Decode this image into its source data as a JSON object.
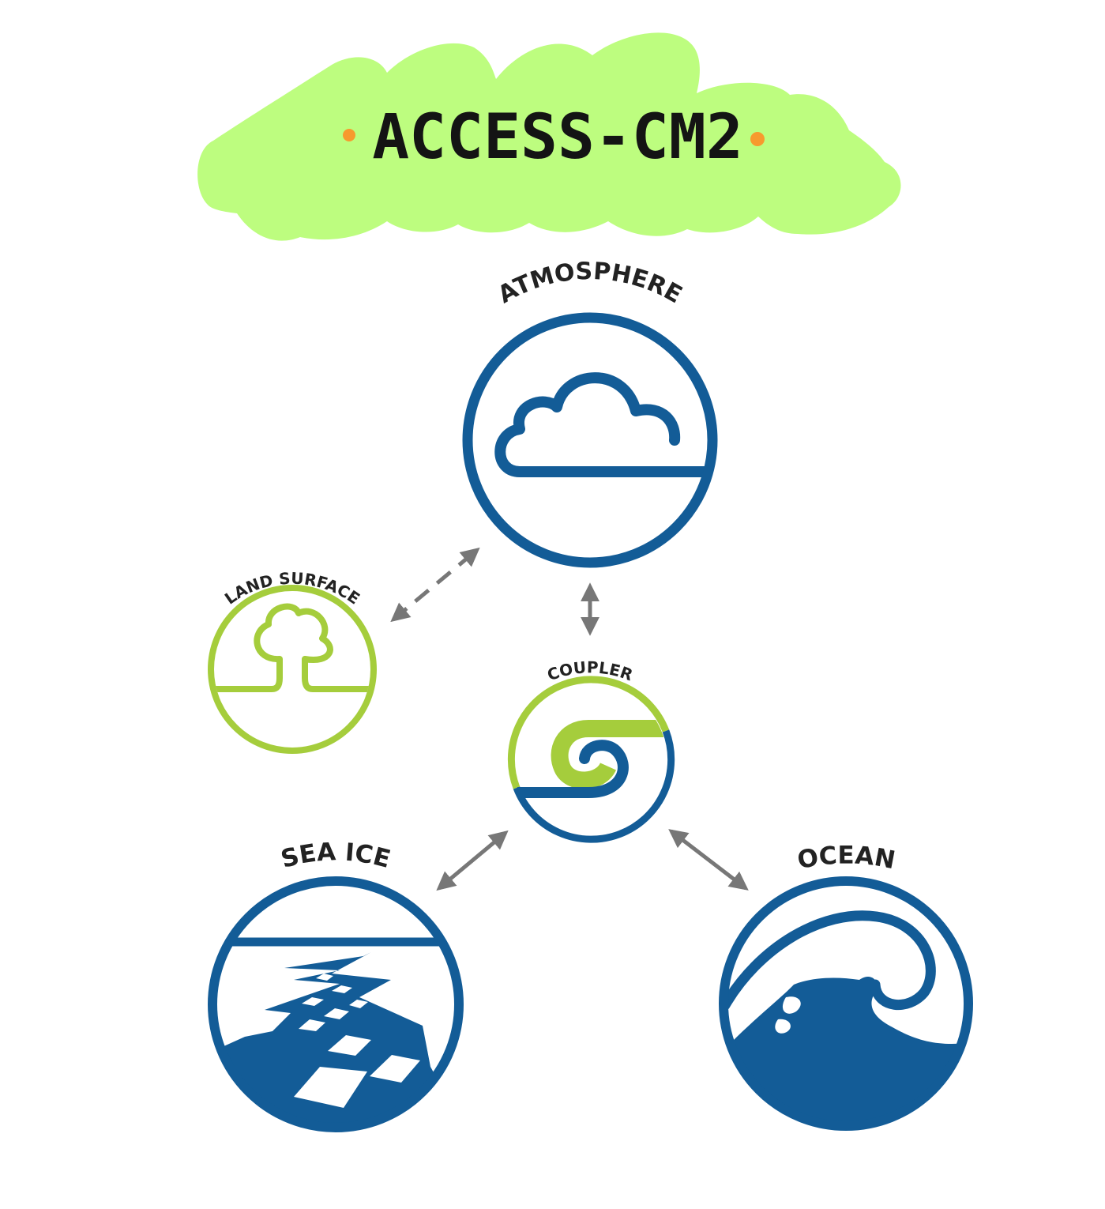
{
  "title": "ACCESS-CM2",
  "components": {
    "atmosphere": "ATMOSPHERE",
    "land_surface": "LAND SURFACE",
    "coupler": "COUPLER",
    "sea_ice": "SEA ICE",
    "ocean": "OCEAN"
  },
  "colors": {
    "blue": "#135c97",
    "green": "#a5cd3c",
    "highlight": "#bdfd7f",
    "arrow": "#777777",
    "dot": "#f79a2e",
    "title": "#141414"
  }
}
